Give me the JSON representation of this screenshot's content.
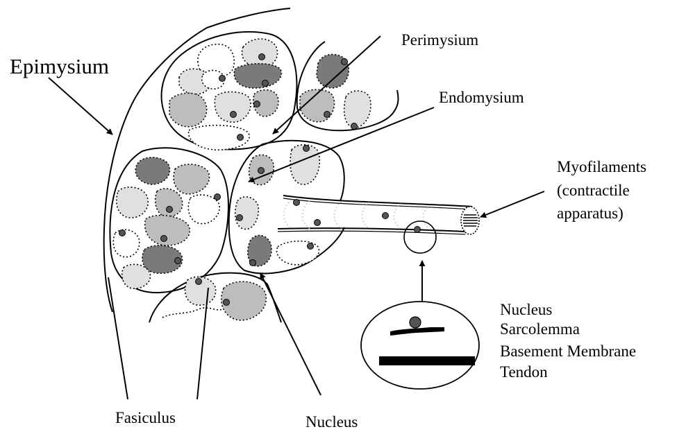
{
  "labels": {
    "epimysium": "Epimysium",
    "perimysium": "Perimysium",
    "endomysium": "Endomysium",
    "myofilaments_line1": "Myofilaments",
    "myofilaments_line2": "(contractile",
    "myofilaments_line3": "apparatus)",
    "inset_nucleus": "Nucleus",
    "inset_sarcolemma": "Sarcolemma",
    "inset_basement_membrane": "Basement Membrane",
    "inset_tendon": "Tendon",
    "fasiculus": "Fasiculus",
    "nucleus_bottom": "Nucleus"
  },
  "colors": {
    "ink": "#000000",
    "fiber_light": "#e0e0e0",
    "fiber_mid": "#bdbdbd",
    "fiber_dark": "#7a7a7a",
    "nucleus": "#555555",
    "sarcomere_line": "#c8c8c8"
  }
}
